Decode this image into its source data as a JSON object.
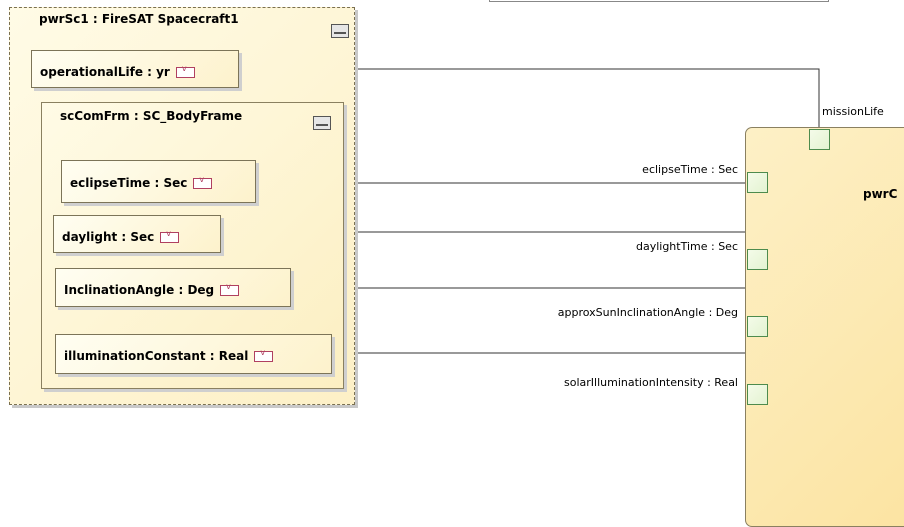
{
  "outer_part": {
    "title": "pwrSc1 : FireSAT Spacecraft1"
  },
  "values": {
    "operational_life": "operationalLife : yr",
    "eclipse_time": "eclipseTime : Sec",
    "daylight": "daylight : Sec",
    "inclination_angle": "InclinationAngle : Deg",
    "illumination_constant": "illuminationConstant : Real"
  },
  "inner_part": {
    "title": "scComFrm : SC_BodyFrame"
  },
  "right_block": {
    "title": "pwrC",
    "ports": {
      "mission_life": "missionLife",
      "eclipse_time": "eclipseTime : Sec",
      "daylight_time": "daylightTime : Sec",
      "approx_sun_inclination": "approxSunInclinationAngle : Deg",
      "solar_illumination": "solarIlluminationIntensity : Real"
    }
  },
  "colors": {
    "part_fill": "#fdf0c6",
    "port_border": "#4d8b4d",
    "value_icon": "#b04060"
  },
  "icons": [
    "collapse-icon",
    "value-property-icon"
  ]
}
